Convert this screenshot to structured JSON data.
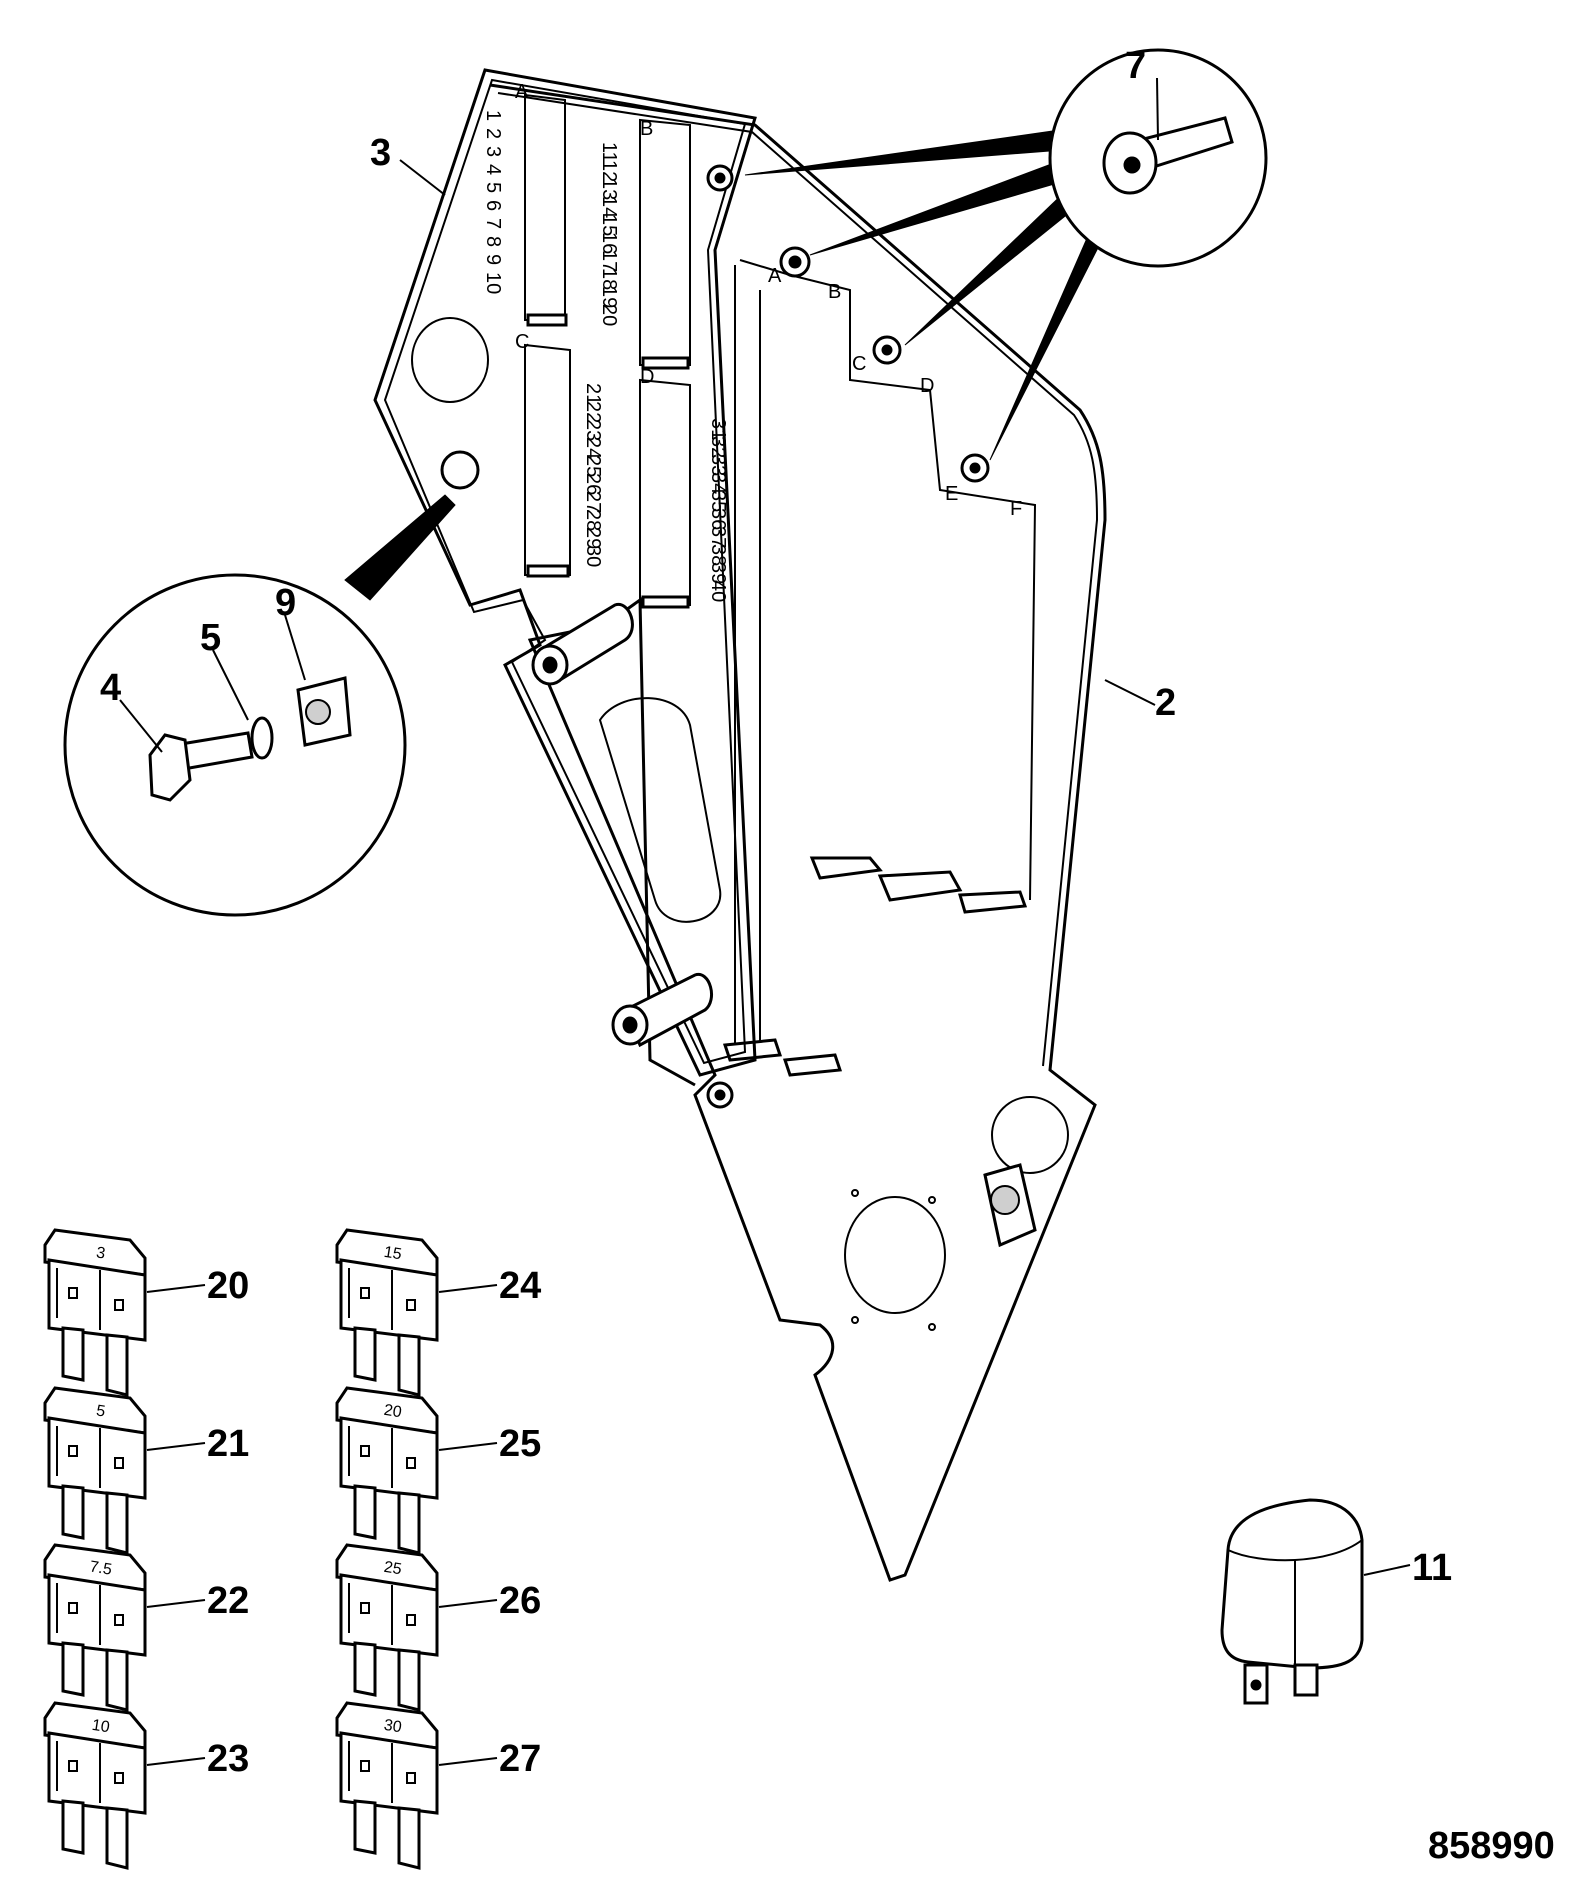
{
  "drawing_number": "858990",
  "callouts": {
    "c2": "2",
    "c3": "3",
    "c4": "4",
    "c5": "5",
    "c7": "7",
    "c9": "9",
    "c11": "11"
  },
  "block_labels": {
    "a": "A",
    "b": "B",
    "c": "C",
    "d": "D"
  },
  "panel_labels": {
    "a": "A",
    "b": "B",
    "c": "C",
    "d": "D",
    "e": "E",
    "f": "F"
  },
  "slots_a": [
    "1",
    "2",
    "3",
    "4",
    "5",
    "6",
    "7",
    "8",
    "9",
    "10"
  ],
  "slots_b": [
    "11",
    "12",
    "13",
    "14",
    "15",
    "16",
    "17",
    "18",
    "19",
    "20"
  ],
  "slots_c": [
    "21",
    "22",
    "23",
    "24",
    "25",
    "26",
    "27",
    "28",
    "29",
    "30"
  ],
  "slots_d": [
    "31",
    "32",
    "33",
    "34",
    "35",
    "36",
    "37",
    "38",
    "39",
    "40"
  ],
  "fuses": [
    {
      "rating": "3",
      "callout": "20"
    },
    {
      "rating": "5",
      "callout": "21"
    },
    {
      "rating": "7.5",
      "callout": "22"
    },
    {
      "rating": "10",
      "callout": "23"
    },
    {
      "rating": "15",
      "callout": "24"
    },
    {
      "rating": "20",
      "callout": "25"
    },
    {
      "rating": "25",
      "callout": "26"
    },
    {
      "rating": "30",
      "callout": "27"
    }
  ]
}
